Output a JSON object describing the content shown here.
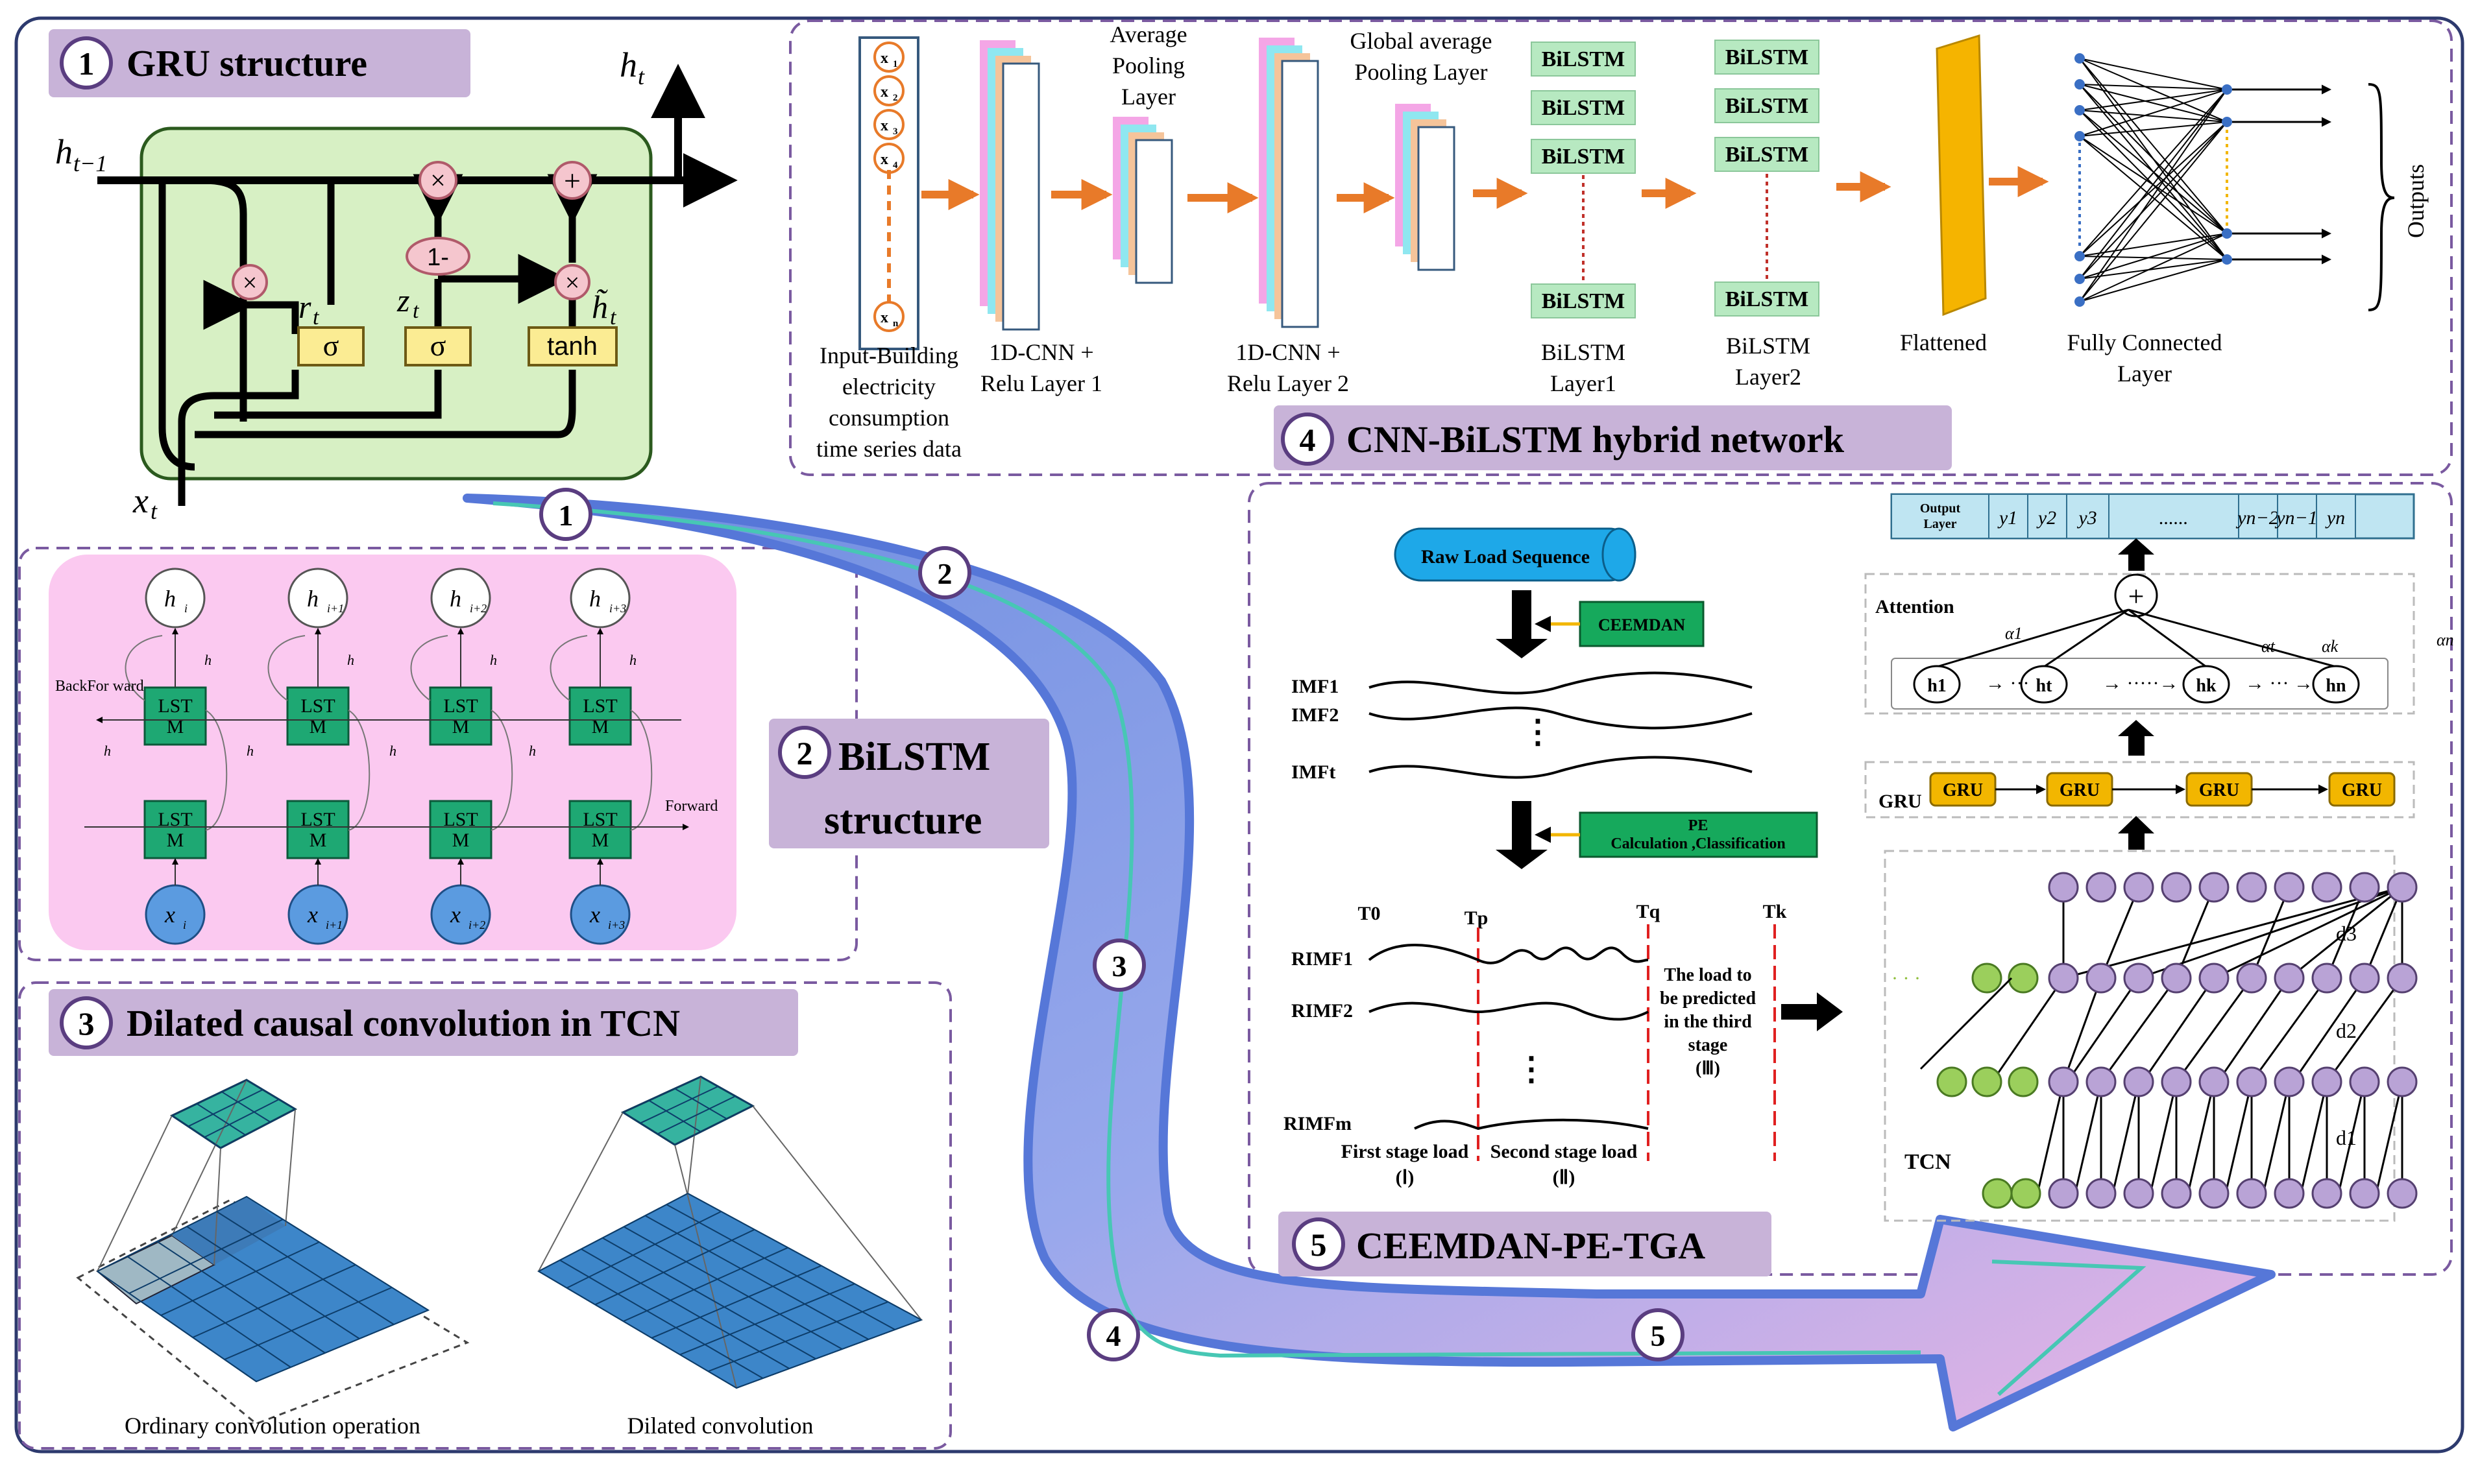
{
  "panels": {
    "gru": {
      "num": "1",
      "title": "GRU structure"
    },
    "bilstm": {
      "num": "2",
      "title_1": "BiLSTM",
      "title_2": "structure"
    },
    "tcn": {
      "num": "3",
      "title": "Dilated causal convolution in TCN"
    },
    "cnn_bilstm": {
      "num": "4",
      "title": "CNN-BiLSTM hybrid network"
    },
    "ceemdan": {
      "num": "5",
      "title": "CEEMDAN-PE-TGA"
    }
  },
  "gru": {
    "ht_out": "h",
    "ht_out_sub": "t",
    "htm1": "h",
    "htm1_sub": "t−1",
    "xt": "x",
    "xt_sub": "t",
    "rt": "r",
    "rt_sub": "t",
    "zt": "z",
    "zt_sub": "t",
    "htilde": "h̃",
    "htilde_sub": "t",
    "one_minus": "1-",
    "mul": "×",
    "add": "+",
    "sigma": "σ",
    "tanh": "tanh"
  },
  "bilstm": {
    "h_labels": [
      "h",
      "h",
      "h",
      "h"
    ],
    "h_subs": [
      "i",
      "i+1",
      "i+2",
      "i+3"
    ],
    "x_labels": [
      "x",
      "x",
      "x",
      "x"
    ],
    "x_subs": [
      "i",
      "i+1",
      "i+2",
      "i+3"
    ],
    "cell": "LST\nM",
    "backforward": "BackFor\nward",
    "forward": "Forward",
    "hbar_labels": [
      "h",
      "h",
      "h",
      "h"
    ]
  },
  "tcn": {
    "ordinary": "Ordinary convolution operation",
    "dilated": "Dilated convolution"
  },
  "cnn": {
    "inputs": [
      "x1",
      "x2",
      "x3",
      "x4",
      "xn"
    ],
    "input_label": "Input-Building\nelectricity\nconsumption\ntime series data",
    "cnn1": "1D-CNN +\nRelu Layer 1",
    "avgpool": "Average\nPooling\nLayer",
    "cnn2": "1D-CNN +\nRelu Layer 2",
    "gap": "Global average\nPooling Layer",
    "bilstm_box": "BiLSTM",
    "bilstm1": "BiLSTM\nLayer1",
    "bilstm2": "BiLSTM\nLayer2",
    "flattened": "Flattened",
    "fc": "Fully Connected\nLayer",
    "outputs": "Outputs"
  },
  "ceemdan": {
    "raw": "Raw Load Sequence",
    "ceemdan_box": "CEEMDAN",
    "imfs": [
      "IMF1",
      "IMF2",
      "IMFt"
    ],
    "pe_box": "PE\nCalculation ,Classification",
    "times": [
      "T0",
      "Tp",
      "Tq",
      "Tk"
    ],
    "rimfs": [
      "RIMF1",
      "RIMF2",
      "RIMFm"
    ],
    "predict": "The load to\nbe predicted\nin the third\nstage\n(Ⅲ)",
    "first_stage": "First stage load\n(Ⅰ)",
    "second_stage": "Second stage load\n(Ⅱ)",
    "output_layer": "Output\nLayer",
    "outputs_y": [
      "y1",
      "y2",
      "y3",
      "......",
      "yn−2",
      "yn−1",
      "yn"
    ],
    "attention": "Attention",
    "alphas": [
      "α1",
      "αt",
      "αk",
      "αn"
    ],
    "h_nodes": [
      "h1",
      "ht",
      "hk",
      "hn"
    ],
    "gru": "GRU",
    "gru_box": "GRU",
    "tcn": "TCN",
    "d_labels": [
      "d3",
      "d2",
      "d1"
    ]
  },
  "flow_markers": [
    "1",
    "2",
    "3",
    "4",
    "5"
  ],
  "colors": {
    "gru_bg": "#d7f0c4",
    "bilstm_bg": "#fbc9f0",
    "title_bg": "#c8b3d8",
    "lstm_cell": "#1ea873",
    "sigma_box": "#fbec93",
    "pink_node": "#f5c6ce",
    "bilstm_green": "#b7e9c1",
    "orange": "#e87a29",
    "flatten": "#f5b400",
    "raw_seq": "#1ea8e8",
    "green_box": "#16a95c",
    "gru_yellow": "#f2b600",
    "tcn_circle": "#b9a3d6",
    "tcn_green": "#9bcf5c",
    "arrow_blue": "#8fa7e8"
  }
}
